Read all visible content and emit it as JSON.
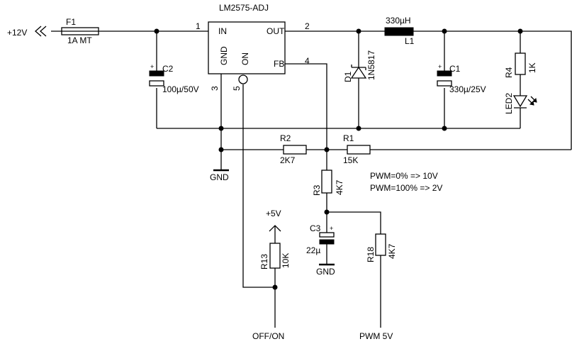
{
  "ic": {
    "name": "LM2575-ADJ",
    "pin_in": "IN",
    "pin_out": "OUT",
    "pin_gnd": "GND",
    "pin_on": "ON",
    "pin_fb": "FB",
    "pin_num_1": "1",
    "pin_num_2": "2",
    "pin_num_3": "3",
    "pin_num_4": "4",
    "pin_num_5": "5"
  },
  "input": {
    "label": "+12V"
  },
  "f1": {
    "ref": "F1",
    "value": "1A MT"
  },
  "c2": {
    "ref": "C2",
    "value": "100µ/50V",
    "plus": "+"
  },
  "d1": {
    "ref": "D1",
    "value": "1N5817"
  },
  "l1": {
    "ref": "L1",
    "value": "330µH"
  },
  "c1": {
    "ref": "C1",
    "value": "330µ/25V",
    "plus": "+"
  },
  "r4": {
    "ref": "R4",
    "value": "1K"
  },
  "led2": {
    "ref": "LED2"
  },
  "r2": {
    "ref": "R2",
    "value": "2K7"
  },
  "r1": {
    "ref": "R1",
    "value": "15K"
  },
  "r3": {
    "ref": "R3",
    "value": "4K7"
  },
  "c3": {
    "ref": "C3",
    "value": "22µ",
    "plus": "+"
  },
  "r18": {
    "ref": "R18",
    "value": "4K7"
  },
  "r13": {
    "ref": "R13",
    "value": "10K"
  },
  "gnd": {
    "label": "GND"
  },
  "supply5v": {
    "label": "+5V"
  },
  "offon": {
    "label": "OFF/ON"
  },
  "pwm_in": {
    "label": "PWM 5V"
  },
  "note": {
    "line1": "PWM=0% => 10V",
    "line2": "PWM=100% => 2V"
  }
}
